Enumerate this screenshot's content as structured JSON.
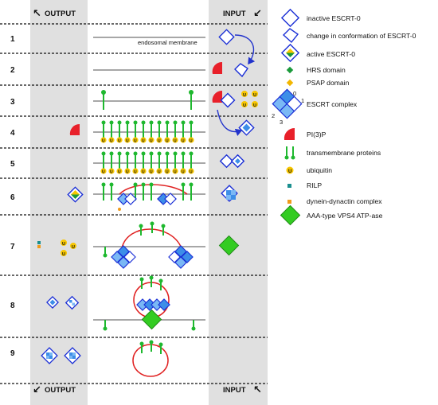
{
  "header": {
    "output_label": "OUTPUT",
    "input_label": "INPUT"
  },
  "footer": {
    "output_label": "OUTPUT",
    "input_label": "INPUT"
  },
  "rows": [
    {
      "number": "1"
    },
    {
      "number": "2"
    },
    {
      "number": "3"
    },
    {
      "number": "4"
    },
    {
      "number": "5"
    },
    {
      "number": "6"
    },
    {
      "number": "7"
    },
    {
      "number": "8"
    },
    {
      "number": "9"
    }
  ],
  "membrane_label": "endosomal membrane",
  "ubiquitin_letter": "U",
  "complex_numbers": [
    "0",
    "1",
    "2",
    "3"
  ],
  "legend": [
    {
      "icon": "inactive-escrt0",
      "label": "inactive ESCRT-0"
    },
    {
      "icon": "change-conformation-escrt0",
      "label": "change in conformation of ESCRT-0"
    },
    {
      "icon": "active-escrt0",
      "label": "active ESCRT-0"
    },
    {
      "icon": "hrs-domain",
      "label": "HRS domain"
    },
    {
      "icon": "psap-domain",
      "label": "PSAP domain"
    },
    {
      "icon": "escrt-complex",
      "label": "ESCRT complex"
    },
    {
      "icon": "pi3p",
      "label": "PI(3)P"
    },
    {
      "icon": "transmembrane-proteins",
      "label": "transmembrane proteins"
    },
    {
      "icon": "ubiquitin",
      "label": "ubiquitin"
    },
    {
      "icon": "rilp",
      "label": "RILP"
    },
    {
      "icon": "dynein-dynactin",
      "label": "dynein-dynactin complex"
    },
    {
      "icon": "vps4",
      "label": "AAA-type VPS4 ATP-ase"
    }
  ],
  "colors": {
    "escrt_outline": "#1a2fd6",
    "escrt_fill_light": "#7ab8f5",
    "escrt_fill_mid": "#3d8ee8",
    "hrs_green": "#1a9a3a",
    "psap_yellow": "#f2b600",
    "pi3p_red": "#e8202a",
    "protein_green": "#1eb82e",
    "ubiquitin_yellow": "#f7c600",
    "rilp_teal": "#1a8f8f",
    "dynein_orange": "#f09a1a",
    "vps4_green": "#33cc22",
    "vesicle_red": "#e02020",
    "membrane_grey": "#8a8a8a",
    "column_grey": "#e0e0e0",
    "arrow_blue": "#2233cc"
  }
}
